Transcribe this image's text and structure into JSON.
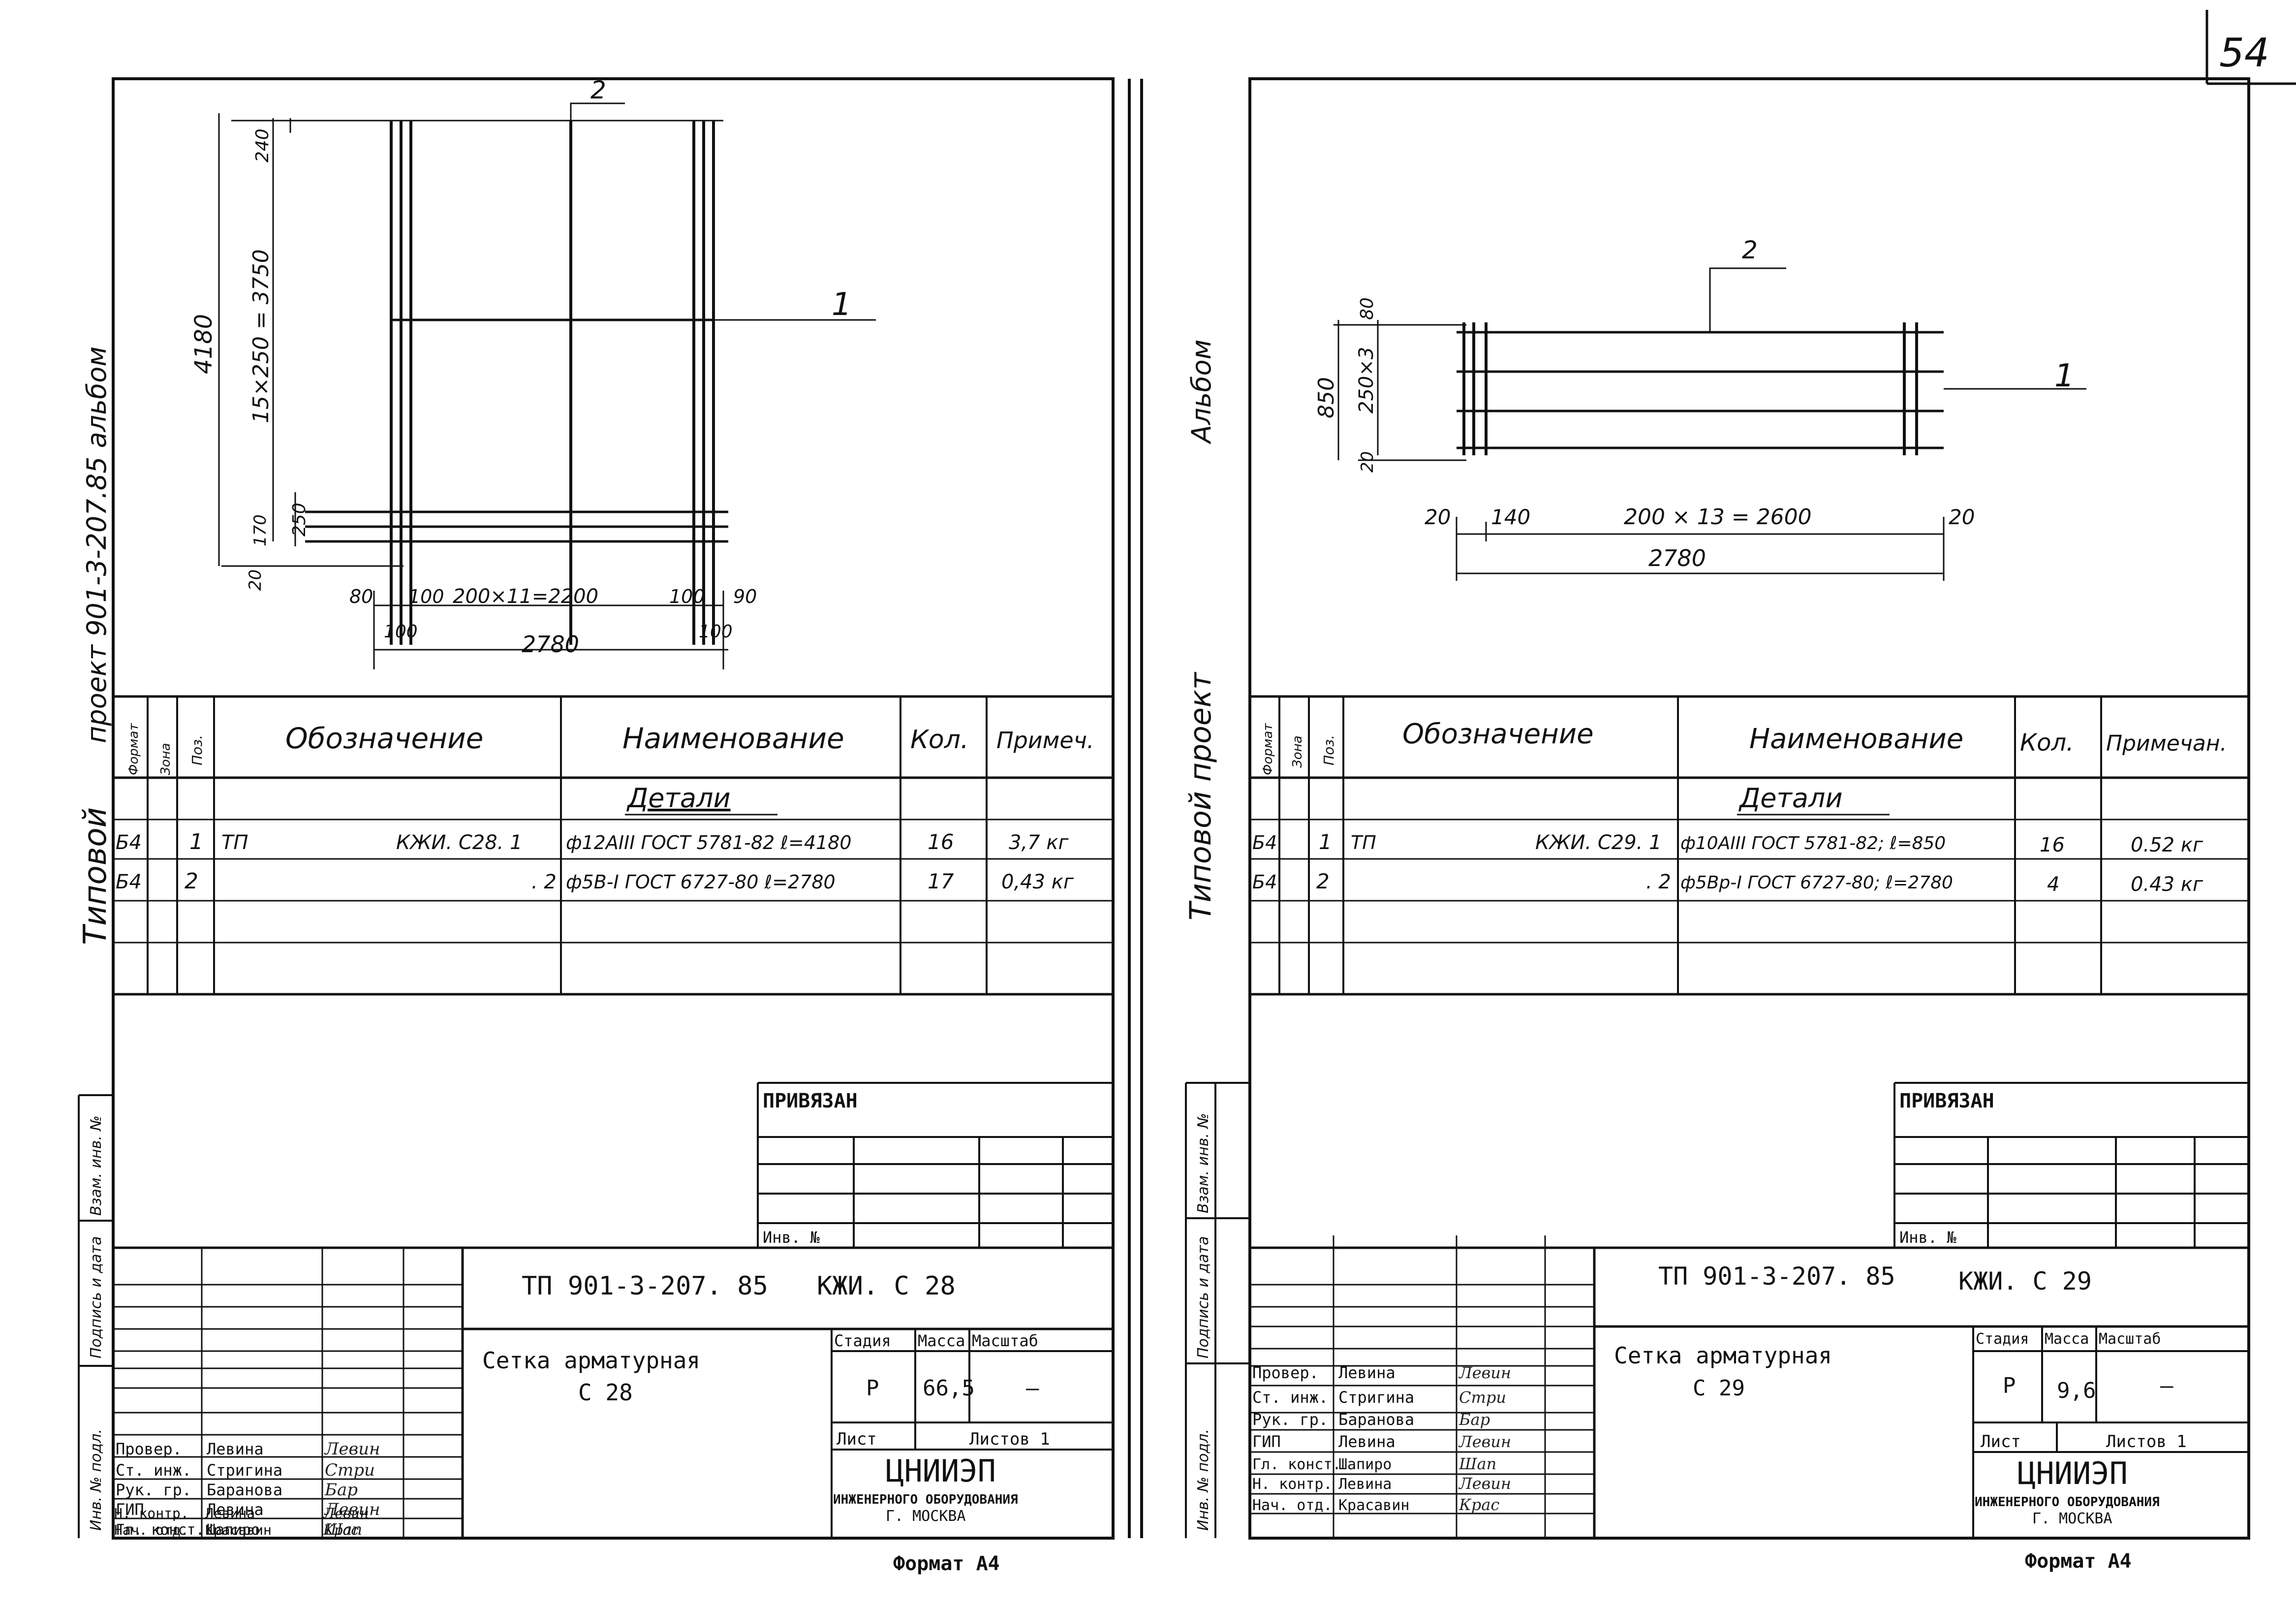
{
  "page_number": "54",
  "side": {
    "left_text": "Типовой",
    "left_faded": "проект 901-3-207.85 альбом",
    "right_text": "Типовой проект",
    "right_album": "Альбом"
  },
  "side_stamp": {
    "inv": "Инв. № подл.",
    "sign_date": "Подпись и дата",
    "vzam": "Взам. инв. №"
  },
  "left": {
    "drawing": {
      "pos1": "1",
      "pos2": "2",
      "dim_total_h": "4180",
      "dim_h_series": "15×250 = 3750",
      "dim_top": "240",
      "dim_250": "250",
      "dim_170": "170",
      "dim_20": "20",
      "dim_80": "80",
      "dim_100a": "100",
      "dim_series_x": "200×11=2200",
      "dim_100b": "100",
      "dim_90": "90",
      "dim_100c": "100",
      "dim_100d": "100",
      "dim_total_w": "2780"
    },
    "table": {
      "h_format": "Формат",
      "h_zone": "Зона",
      "h_pos": "Поз.",
      "h_oboz": "Обозначение",
      "h_name": "Наименование",
      "h_qty": "Кол.",
      "h_note": "Примеч.",
      "section": "Детали",
      "rows": [
        {
          "format": "Б4",
          "pos": "1",
          "tp": "ТП",
          "oboz": "КЖИ. С28. 1",
          "name": "ф12АIII ГОСТ 5781-82  ℓ=4180",
          "qty": "16",
          "note": "3,7 кг"
        },
        {
          "format": "Б4",
          "pos": "2",
          "tp": "",
          "oboz": ". 2",
          "name": "ф5В-I ГОСТ 6727-80 ℓ=2780",
          "qty": "17",
          "note": "0,43 кг"
        }
      ]
    },
    "privyazan": "ПРИВЯЗАН",
    "inv_no": "Инв. №",
    "code": "ТП 901-3-207. 85",
    "code2": "КЖИ.   С 28",
    "title1": "Сетка арматурная",
    "title2": "С 28",
    "stage_h": "Стадия",
    "mass_h": "Масса",
    "scale_h": "Масштаб",
    "stage": "Р",
    "mass": "66,5",
    "scale": "—",
    "sheet_h": "Лист",
    "sheets_h": "Листов 1",
    "org1": "ЦНИИЭП",
    "org2": "ИНЖЕНЕРНОГО ОБОРУДОВАНИЯ",
    "org3": "Г. МОСКВА",
    "format": "Формат А4",
    "staff": [
      {
        "role": "Провер.",
        "name": "Левина",
        "sign": "Левин"
      },
      {
        "role": "Ст. инж.",
        "name": "Стригина",
        "sign": "Стрu"
      },
      {
        "role": "Рук. гр.",
        "name": "Баранова",
        "sign": "Бар"
      },
      {
        "role": "ГИП",
        "name": "Левина",
        "sign": "Левин"
      },
      {
        "role": "Гл. конст.",
        "name": "Шапиро",
        "sign": "Шап"
      },
      {
        "role": "Н. контр.",
        "name": "Левина",
        "sign": "Левин"
      },
      {
        "role": "Нач. отд.",
        "name": "Красавин",
        "sign": "Крас"
      }
    ]
  },
  "right": {
    "drawing": {
      "pos1": "1",
      "pos2": "2",
      "dim_850": "850",
      "dim_series_h": "250×3",
      "dim_80": "80",
      "dim_20v": "20",
      "dim_20a": "20",
      "dim_140": "140",
      "dim_series_x": "200 × 13 = 2600",
      "dim_20b": "20",
      "dim_total_w": "2780"
    },
    "table": {
      "h_format": "Формат",
      "h_zone": "Зона",
      "h_pos": "Поз.",
      "h_oboz": "Обозначение",
      "h_name": "Наименование",
      "h_qty": "Кол.",
      "h_note": "Примечан.",
      "section": "Детали",
      "rows": [
        {
          "format": "Б4",
          "pos": "1",
          "tp": "ТП",
          "oboz": "КЖИ. С29. 1",
          "name": "ф10АIII ГОСТ 5781-82; ℓ=850",
          "qty": "16",
          "note": "0.52 кг"
        },
        {
          "format": "Б4",
          "pos": "2",
          "tp": "",
          "oboz": ". 2",
          "name": "ф5Вр-I ГОСТ 6727-80; ℓ=2780",
          "qty": "4",
          "note": "0.43 кг"
        }
      ]
    },
    "privyazan": "ПРИВЯЗАН",
    "inv_no": "Инв. №",
    "code": "ТП 901-3-207. 85",
    "code2": "КЖИ.   С 29",
    "title1": "Сетка арматурная",
    "title2": "С 29",
    "stage_h": "Стадия",
    "mass_h": "Масса",
    "scale_h": "Масштаб",
    "stage": "Р",
    "mass": "9,6",
    "scale": "—",
    "sheet_h": "Лист",
    "sheets_h": "Листов 1",
    "org1": "ЦНИИЭП",
    "org2": "ИНЖЕНЕРНОГО ОБОРУДОВАНИЯ",
    "org3": "Г. МОСКВА",
    "format": "Формат А4",
    "staff": [
      {
        "role": "Провер.",
        "name": "Левина",
        "sign": "Левин"
      },
      {
        "role": "Ст. инж.",
        "name": "Стригина",
        "sign": "Стрu"
      },
      {
        "role": "Рук. гр.",
        "name": "Баранова",
        "sign": "Бар"
      },
      {
        "role": "ГИП",
        "name": "Левина",
        "sign": "Левин"
      },
      {
        "role": "Гл. конст.",
        "name": "Шапиро",
        "sign": "Шап"
      },
      {
        "role": "Н. контр.",
        "name": "Левина",
        "sign": "Левин"
      },
      {
        "role": "Нач. отд.",
        "name": "Красавин",
        "sign": "Крас"
      }
    ]
  }
}
